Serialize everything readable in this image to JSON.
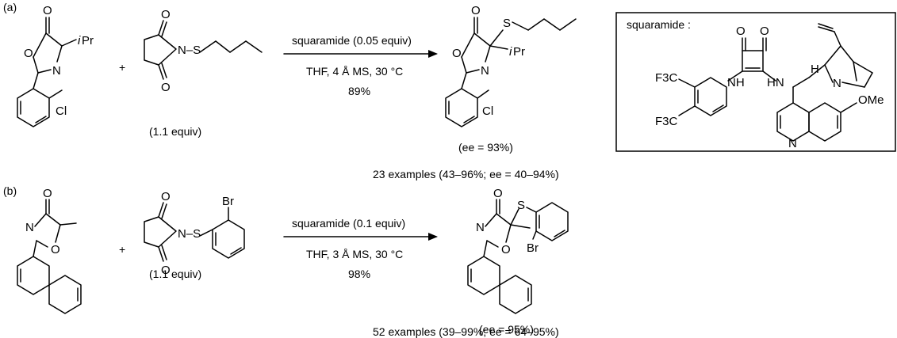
{
  "panels": [
    {
      "label": "(a)",
      "reagent_equiv": "(1.1 equiv)",
      "plus": "+",
      "catalyst_text": "squaramide (0.05 equiv)",
      "conditions": "THF, 4 Å MS, 30 °C",
      "yield": "89%",
      "product_ee": "(ee = 93%)",
      "examples": "23 examples (43–96%; ee = 40–94%)"
    },
    {
      "label": "(b)",
      "reagent_equiv": "(1.1 equiv)",
      "plus": "+",
      "catalyst_text": "squaramide (0.1 equiv)",
      "conditions": "THF, 3 Å MS, 30 °C",
      "yield": "98%",
      "product_ee": "(ee = 95%)",
      "examples": "52 examples (39–99%; ee = 64–95%)"
    }
  ],
  "catalyst_box": {
    "title": "squaramide :",
    "cf3_label_1": "F3C",
    "cf3_label_2": "F3C",
    "ome_label": "OMe",
    "nh_label": "NH",
    "hn_label": "HN",
    "h_label": "H",
    "n_label": "N",
    "o_label": "O"
  },
  "atoms": {
    "O": "O",
    "N": "N",
    "S": "S",
    "Cl": "Cl",
    "Br": "Br",
    "iPr_i": "i",
    "iPr_Pr": "Pr",
    "N_S": "N–S"
  }
}
